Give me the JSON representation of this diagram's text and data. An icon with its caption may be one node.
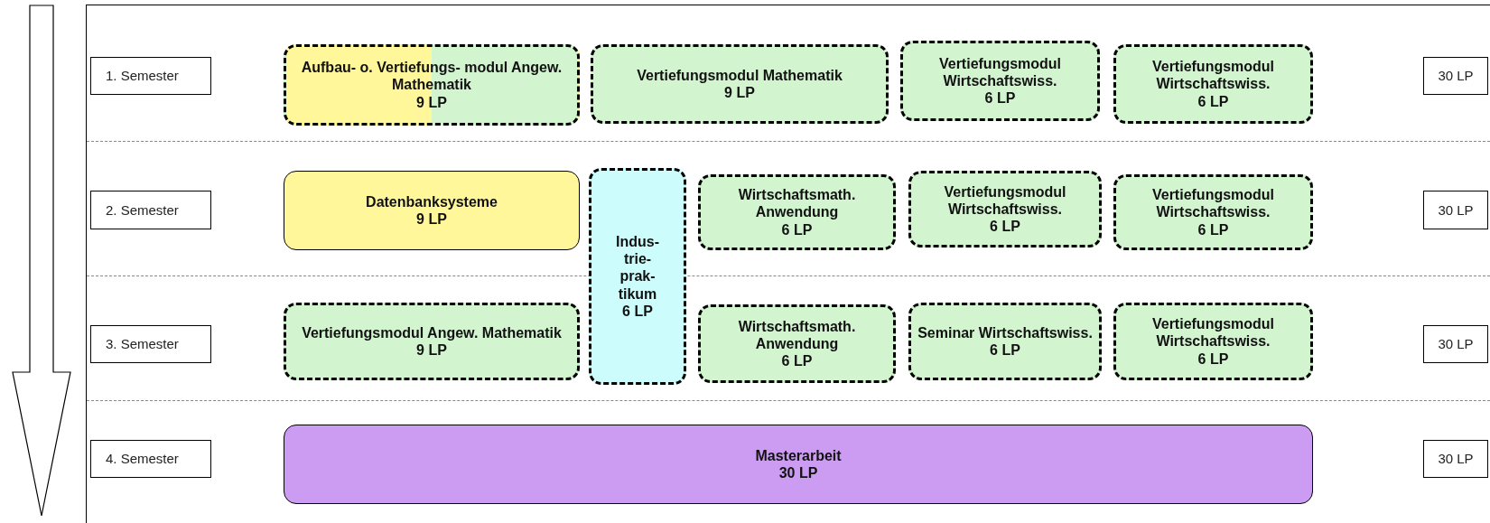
{
  "diagram": {
    "nodes": [
      {
        "text": [
          "1. Semester"
        ]
      },
      {
        "text": [
          "Aufbau- o. Vertiefungs- modul Angew. Mathematik",
          "9 LP"
        ]
      },
      {
        "text": [
          "Vertiefungsmodul Mathematik",
          "9 LP"
        ]
      },
      {
        "text": [
          "Vertiefungsmodul Wirtschaftswiss.",
          "6 LP"
        ]
      },
      {
        "text": [
          "Vertiefungsmodul Wirtschaftswiss.",
          "6 LP"
        ]
      },
      {
        "text": [
          "30 LP"
        ]
      },
      {
        "text": [
          "2. Semester"
        ]
      },
      {
        "text": [
          "Datenbanksysteme",
          "9 LP"
        ]
      },
      {
        "text": [
          "Indus- trie- prak- tikum",
          "6 LP"
        ]
      },
      {
        "text": [
          "Wirtschaftsmath. Anwendung",
          "6 LP"
        ]
      },
      {
        "text": [
          "Vertiefungsmodul Wirtschaftswiss.",
          "6 LP"
        ]
      },
      {
        "text": [
          "Vertiefungsmodul Wirtschaftswiss.",
          "6 LP"
        ]
      },
      {
        "text": [
          "30 LP"
        ]
      },
      {
        "text": [
          "3. Semester"
        ]
      },
      {
        "text": [
          "Vertiefungsmodul Angew. Mathematik",
          "9 LP"
        ]
      },
      {
        "text": [
          "Wirtschaftsmath. Anwendung",
          "6 LP"
        ]
      },
      {
        "text": [
          "Seminar Wirtschaftswiss.",
          "6 LP"
        ]
      },
      {
        "text": [
          "Vertiefungsmodul Wirtschaftswiss.",
          "6 LP"
        ]
      },
      {
        "text": [
          "30 LP"
        ]
      },
      {
        "text": [
          "4. Semester"
        ]
      },
      {
        "text": [
          "Masterarbeit",
          "30 LP"
        ]
      },
      {
        "text": [
          "30 LP"
        ]
      }
    ],
    "edges": []
  }
}
